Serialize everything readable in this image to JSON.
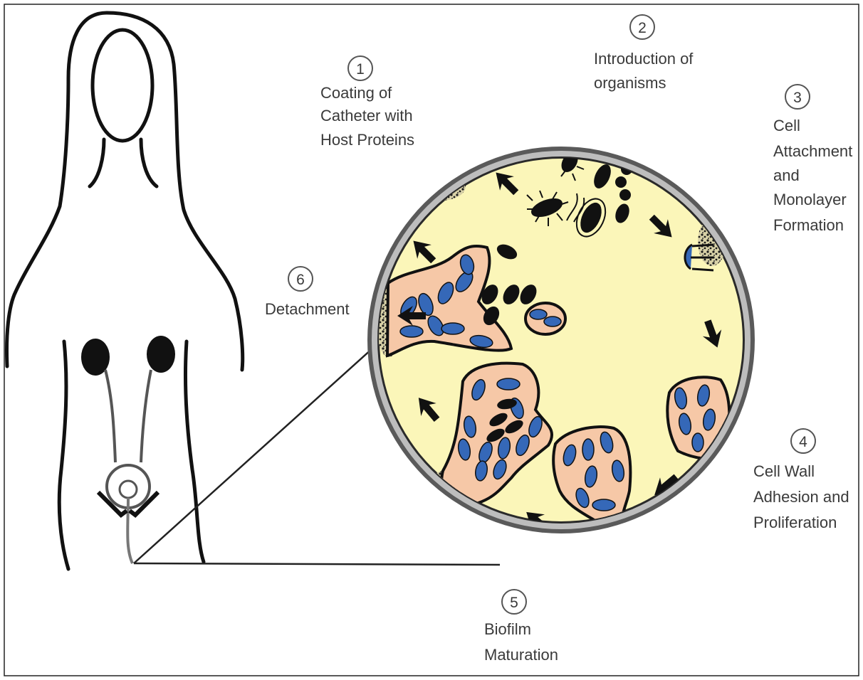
{
  "steps": [
    {
      "number": "1",
      "label_lines": [
        "Coating of",
        "Catheter with",
        "Host Proteins"
      ]
    },
    {
      "number": "2",
      "label_lines": [
        "Introduction of",
        "organisms"
      ]
    },
    {
      "number": "3",
      "label_lines": [
        "Cell",
        "Attachment",
        "and",
        "Monolayer",
        "Formation"
      ]
    },
    {
      "number": "4",
      "label_lines": [
        "Cell Wall",
        "Adhesion and",
        "Proliferation"
      ]
    },
    {
      "number": "5",
      "label_lines": [
        "Biofilm",
        "Maturation"
      ]
    },
    {
      "number": "6",
      "label_lines": [
        "Detachment"
      ]
    }
  ],
  "colors": {
    "lumen": "#fbf6b9",
    "catheter_wall": "#b8b8b8",
    "biofilm": "#f6c8a7",
    "cell": "#3568b8",
    "ink": "#111111"
  }
}
